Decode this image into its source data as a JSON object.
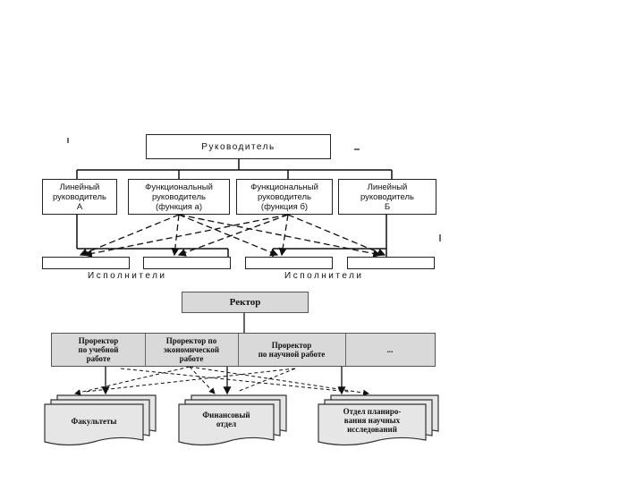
{
  "diagram1": {
    "head": "Руководитель",
    "managers": [
      "Линейный\nруководитель\nА",
      "Функциональный\nруководитель\n(функция а)",
      "Функциональный\nруководитель\n(функция б)",
      "Линейный\nруководитель\nБ"
    ],
    "executors_left": "Исполнители",
    "executors_right": "Исполнители"
  },
  "diagram2": {
    "head": "Ректор",
    "vice": [
      "Проректор\nпо учебной\nработе",
      "Проректор по\nэкономической\nработе",
      "Проректор\nпо научной работе",
      "..."
    ],
    "units": [
      "Факультеты",
      "Финансовый\nотдел",
      "Отдел планиро-\nвания научных\nисследований"
    ]
  }
}
